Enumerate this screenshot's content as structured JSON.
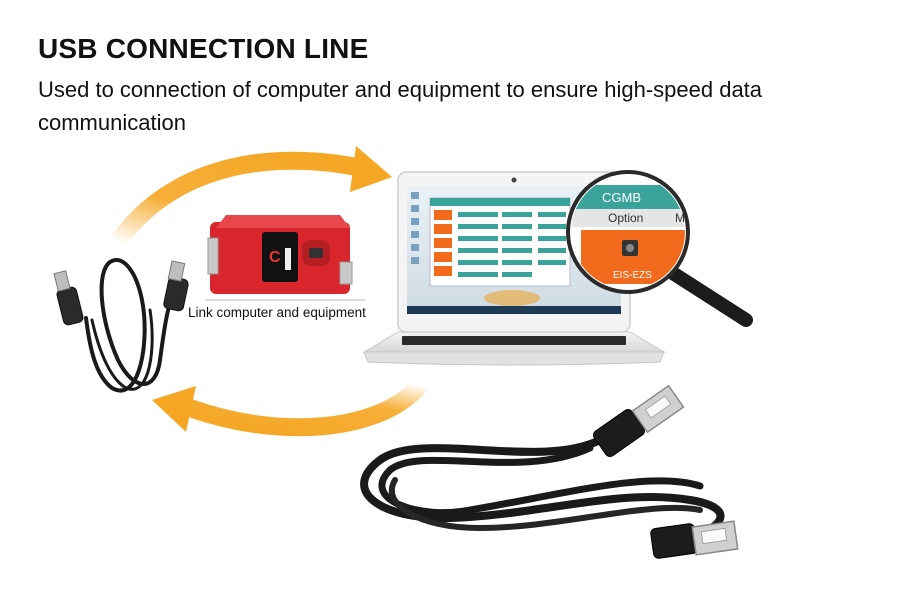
{
  "header": {
    "title": "USB CONNECTION LINE",
    "subtitle": "Used to connection of computer and equipment to ensure high-speed data communication"
  },
  "device": {
    "caption": "Link computer and equipment"
  },
  "magnifier": {
    "app_name": "CGMB",
    "menu_item": "Option",
    "menu_item_cut": "M",
    "tile_label": "EIS-EZS"
  },
  "colors": {
    "arrow": "#f5a623",
    "device_red": "#d9262c",
    "tile_orange": "#f26a1b",
    "app_teal": "#3aa39a",
    "cable": "#1a1a1a"
  },
  "icons": [
    "arrow-to-laptop-icon",
    "arrow-to-cable-icon",
    "magnifier-icon",
    "usb-cable-icon",
    "device-icon",
    "laptop-icon"
  ]
}
